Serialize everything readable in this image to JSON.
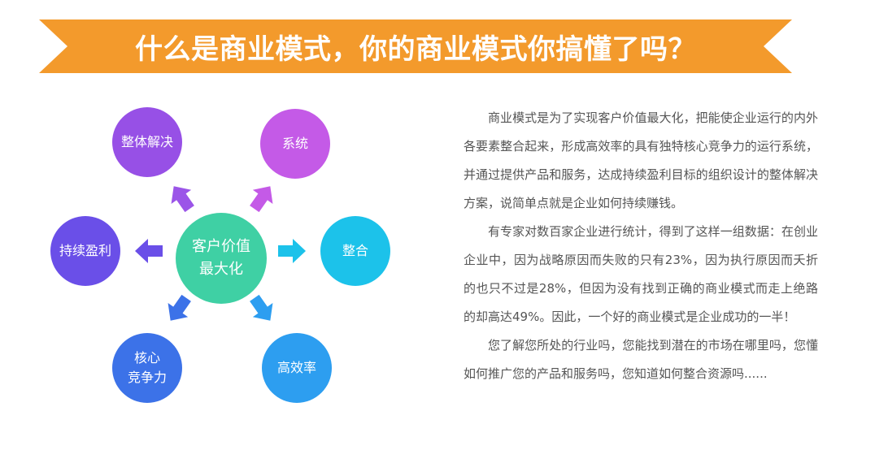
{
  "banner": {
    "title": "什么是商业模式，你的商业模式你搞懂了吗？",
    "color": "#f39a2c"
  },
  "diagram": {
    "center": {
      "line1": "客户价值",
      "line2": "最大化",
      "color": "#3fd0a4"
    },
    "nodes": [
      {
        "id": "zhengti",
        "label": "整体解决",
        "color": "#9750e6"
      },
      {
        "id": "xitong",
        "label": "系统",
        "color": "#c45ae7"
      },
      {
        "id": "chixu",
        "label": "持续盈利",
        "color": "#6a4fe8"
      },
      {
        "id": "zhenghe",
        "label": "整合",
        "color": "#1cc2ea"
      },
      {
        "id": "hexin",
        "line1": "核心",
        "line2": "竞争力",
        "color": "#3c72e8"
      },
      {
        "id": "gaoxiao",
        "label": "高效率",
        "color": "#2d9ef0"
      }
    ]
  },
  "text": {
    "paragraphs": [
      "商业模式是为了实现客户价值最大化，把能使企业运行的内外各要素整合起来，形成高效率的具有独特核心竞争力的运行系统，并通过提供产品和服务，达成持续盈利目标的组织设计的整体解决方案，说简单点就是企业如何持续赚钱。",
      "有专家对数百家企业进行统计，得到了这样一组数据：在创业企业中，因为战略原因而失败的只有23%，因为执行原因而夭折的也只不过是28%，但因为没有找到正确的商业模式而走上绝路的却高达49%。因此，一个好的商业模式是企业成功的一半！",
      "您了解您所处的行业吗，您能找到潜在的市场在哪里吗，您懂如何推广您的产品和服务吗，您知道如何整合资源吗......"
    ]
  }
}
